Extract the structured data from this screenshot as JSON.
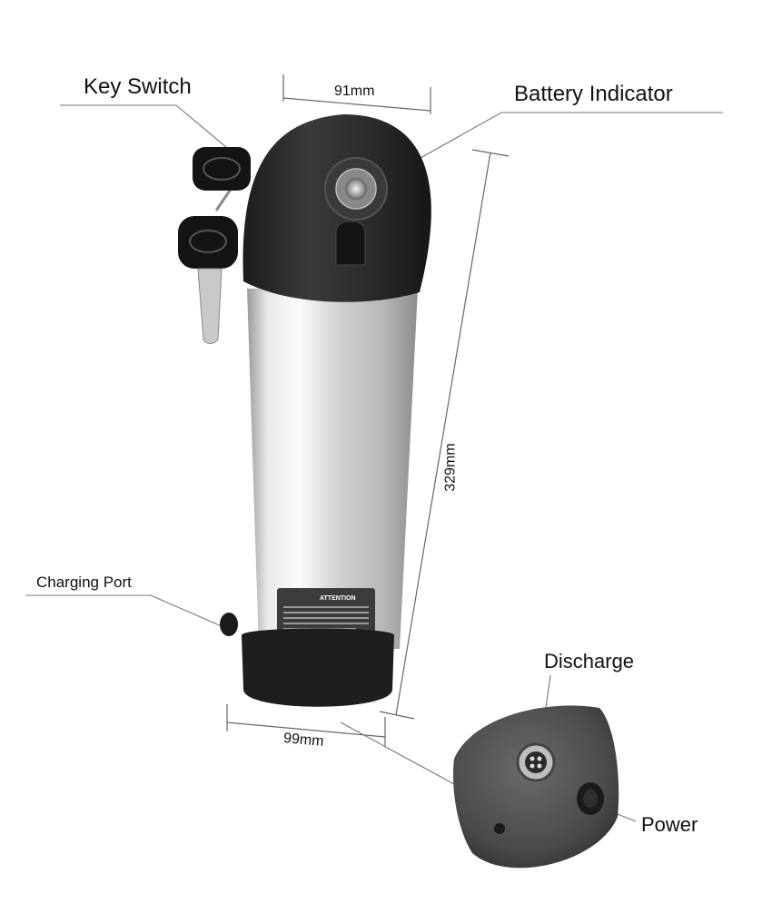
{
  "labels": {
    "key_switch": "Key Switch",
    "battery_indicator": "Battery Indicator",
    "charging_port": "Charging Port",
    "discharge": "Discharge",
    "power": "Power"
  },
  "dimensions": {
    "width_top": "91mm",
    "width_bottom": "99mm",
    "height": "329mm"
  },
  "sticker": {
    "heading": "ATTENTION"
  },
  "colors": {
    "cap": "#2b2b2b",
    "body_light": "#f4f4f4",
    "body_dark": "#8c8c8c",
    "base": "#1e1e1e",
    "leader_line": "#777777"
  }
}
